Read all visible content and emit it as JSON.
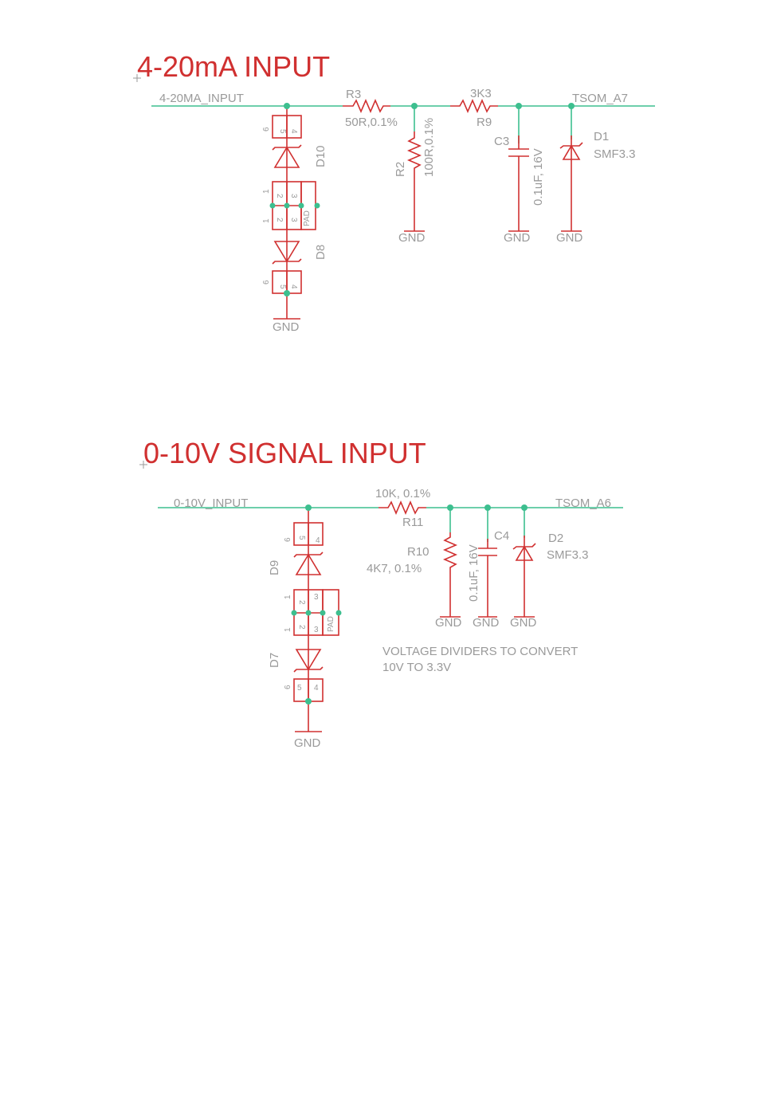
{
  "section1": {
    "title": "4-20mA INPUT",
    "net_in": "4-20MA_INPUT",
    "net_out": "TSOM_A7",
    "R3_name": "R3",
    "R3_value": "50R,0.1%",
    "R2_name": "R2",
    "R2_value": "100R,0.1%",
    "R9_value": "3K3",
    "R9_name": "R9",
    "C3_name": "C3",
    "C3_value": "0.1uF, 16V",
    "D1_name": "D1",
    "D1_value": "SMF3.3",
    "D10_name": "D10",
    "D8_name": "D8",
    "gnd": "GND",
    "pad": "PAD"
  },
  "section2": {
    "title": "0-10V SIGNAL INPUT",
    "net_in": "0-10V_INPUT",
    "net_out": "TSOM_A6",
    "R11_value": "10K, 0.1%",
    "R11_name": "R11",
    "R10_name": "R10",
    "R10_value": "4K7, 0.1%",
    "C4_name": "C4",
    "C4_value": "0.1uF, 16V",
    "D2_name": "D2",
    "D2_value": "SMF3.3",
    "D9_name": "D9",
    "D7_name": "D7",
    "gnd": "GND",
    "pad": "PAD",
    "note_line1": "VOLTAGE DIVIDERS TO CONVERT",
    "note_line2": "10V TO 3.3V"
  },
  "pins": {
    "p1": "1",
    "p2": "2",
    "p3": "3",
    "p4": "4",
    "p5": "5",
    "p6": "6"
  },
  "colors": {
    "wire": "#3dbf8f",
    "part": "#d03030",
    "label": "#9a9a9a"
  }
}
